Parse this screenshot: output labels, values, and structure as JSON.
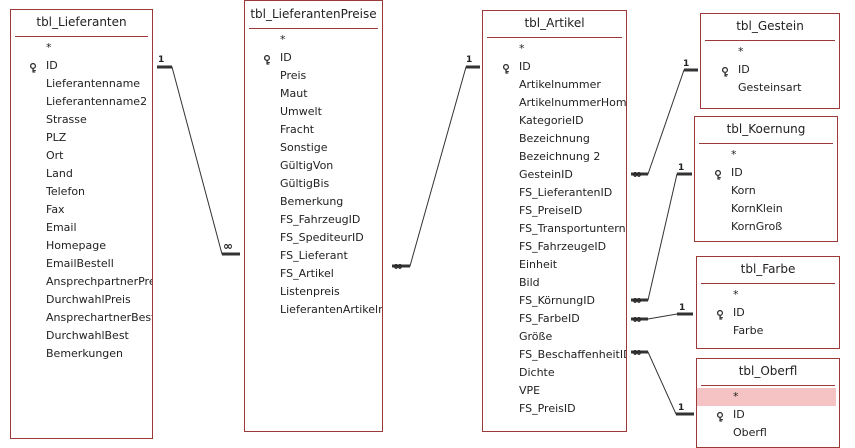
{
  "tables": [
    {
      "id": "lieferanten",
      "title": "tbl_Lieferanten",
      "fields": [
        "*",
        "ID",
        "Lieferantenname",
        "Lieferantenname2",
        "Strasse",
        "PLZ",
        "Ort",
        "Land",
        "Telefon",
        "Fax",
        "Email",
        "Homepage",
        "EmailBestell",
        "AnsprechpartnerPreis",
        "DurchwahlPreis",
        "AnsprechartnerBestell",
        "DurchwahlBest",
        "Bemerkungen"
      ],
      "key_field": "ID"
    },
    {
      "id": "lieferantenpreise",
      "title": "tbl_LieferantenPreise",
      "fields": [
        "*",
        "ID",
        "Preis",
        "Maut",
        "Umwelt",
        "Fracht",
        "Sonstige",
        "GültigVon",
        "GültigBis",
        "Bemerkung",
        "FS_FahrzeugID",
        "FS_SpediteurID",
        "FS_Lieferant",
        "FS_Artikel",
        "Listenpreis",
        "LieferantenArtikelnr"
      ],
      "key_field": "ID"
    },
    {
      "id": "artikel",
      "title": "tbl_Artikel",
      "fields": [
        "*",
        "ID",
        "Artikelnummer",
        "ArtikelnummerHomepage",
        "KategorieID",
        "Bezeichnung",
        "Bezeichnung 2",
        "GesteinID",
        "FS_LieferantenID",
        "FS_PreiseID",
        "FS_TransportunternehmerID",
        "FS_FahrzeugeID",
        "Einheit",
        "Bild",
        "FS_KörnungID",
        "FS_FarbeID",
        "Größe",
        "FS_BeschaffenheitID",
        "Dichte",
        "VPE",
        "FS_PreisID"
      ],
      "key_field": "ID"
    },
    {
      "id": "gestein",
      "title": "tbl_Gestein",
      "fields": [
        "*",
        "ID",
        "Gesteinsart"
      ],
      "key_field": "ID"
    },
    {
      "id": "koernung",
      "title": "tbl_Koernung",
      "fields": [
        "*",
        "ID",
        "Korn",
        "KornKlein",
        "KornGroß"
      ],
      "key_field": "ID"
    },
    {
      "id": "farbe",
      "title": "tbl_Farbe",
      "fields": [
        "*",
        "ID",
        "Farbe"
      ],
      "key_field": "ID"
    },
    {
      "id": "oberfl",
      "title": "tbl_Oberfl",
      "fields": [
        "*",
        "ID",
        "Oberfl"
      ],
      "key_field": "ID",
      "selected_field": "*"
    }
  ],
  "relationships": [
    {
      "name": "rel-lieferanten-preise",
      "one_label": "1",
      "many_label": "∞"
    },
    {
      "name": "rel-preise-artikel",
      "one_label": "1",
      "many_label": "∞"
    },
    {
      "name": "rel-gestein-artikel",
      "one_label": "1",
      "many_label": "∞"
    },
    {
      "name": "rel-koernung-artikel",
      "one_label": "1",
      "many_label": "∞"
    },
    {
      "name": "rel-farbe-artikel",
      "one_label": "1",
      "many_label": "∞"
    },
    {
      "name": "rel-oberfl-artikel",
      "one_label": "1",
      "many_label": "∞"
    }
  ],
  "colors": {
    "table_border": "#9c3a3a",
    "selected_row": "#f5c3c3",
    "line": "#333333"
  },
  "icons": {
    "primary_key": "key-icon"
  }
}
